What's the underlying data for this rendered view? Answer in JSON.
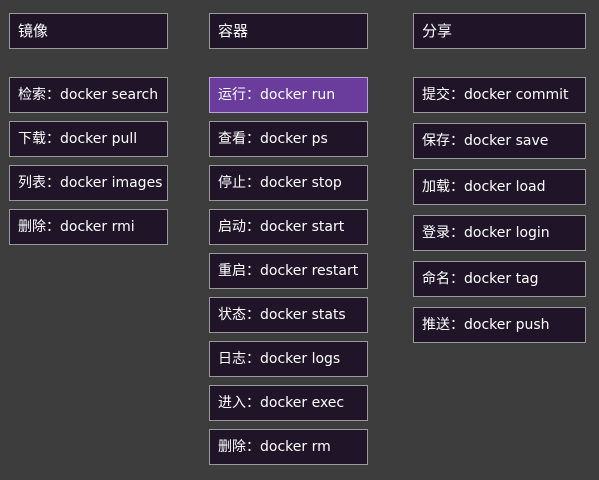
{
  "columns": [
    {
      "header": "镜像",
      "items": [
        "检索：docker search",
        "下载：docker pull",
        "列表：docker images",
        "删除：docker rmi"
      ]
    },
    {
      "header": "容器",
      "items": [
        "运行：docker run",
        "查看：docker ps",
        "停止：docker stop",
        "启动：docker start",
        "重启：docker restart",
        "状态：docker stats",
        "日志：docker logs",
        "进入：docker exec",
        "删除：docker rm"
      ],
      "highlighted_item": "运行：docker run"
    },
    {
      "header": "分享",
      "items": [
        "提交：docker commit",
        "保存：docker save",
        "加载：docker load",
        "登录：docker login",
        "命名：docker tag",
        "推送：docker push"
      ]
    }
  ],
  "colors": {
    "background": "#3d3d3d",
    "box_fill": "#1f1428",
    "box_border": "#9a9a9a",
    "highlight_fill": "#6a3d9c",
    "text": "#ffffff"
  }
}
